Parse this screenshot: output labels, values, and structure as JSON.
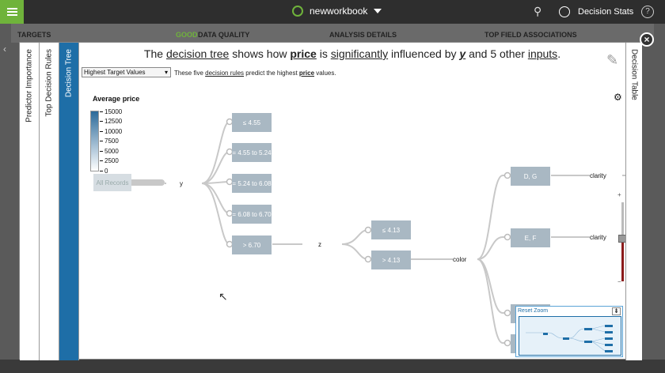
{
  "topbar": {
    "workbook_name": "newworkbook",
    "user_label": "Decision Stats",
    "help_label": "?",
    "pin_icon": "pin-icon"
  },
  "background": {
    "sections": [
      "TARGETS",
      "DATA QUALITY",
      "ANALYSIS DETAILS",
      "TOP FIELD ASSOCIATIONS"
    ],
    "data_quality_prefix": "GOOD"
  },
  "modal": {
    "close_label": "×",
    "tabs": [
      "Predictor Importance",
      "Top Decision Rules",
      "Decision Tree"
    ],
    "active_tab": "Decision Tree",
    "right_tab": "Decision Table",
    "headline": {
      "p1": "The ",
      "link1": "decision tree",
      "p2": " shows how ",
      "target": "price",
      "p3": " is ",
      "link2": "significantly",
      "p4": " influenced by ",
      "field": "y",
      "p5": " and 5 other ",
      "link3": "inputs",
      "p6": "."
    },
    "select_value": "Highest Target Values",
    "subtitle": {
      "p1": "These five ",
      "link": "decision rules",
      "p2": " predict the highest ",
      "target": "price",
      "p3": " values."
    },
    "legend": {
      "title": "Average price",
      "ticks": [
        "15000",
        "12500",
        "10000",
        "7500",
        "5000",
        "2500",
        "0"
      ]
    },
    "tree": {
      "root": "All Records",
      "split1": "y",
      "y_nodes": [
        "≤ 4.55",
        "= 4.55 to 5.24",
        "= 5.24 to 6.08",
        "= 6.08 to 6.70",
        "> 6.70"
      ],
      "split2": "z",
      "z_nodes": [
        "≤ 4.13",
        "> 4.13"
      ],
      "split3": "color",
      "color_nodes": [
        "D, G",
        "E, F"
      ],
      "split4": "clarity"
    },
    "minimap": {
      "reset_label": "Reset Zoom",
      "download_label": "⇟"
    },
    "zoom": {
      "plus": "+",
      "minus": "−",
      "level": 0.5
    }
  }
}
